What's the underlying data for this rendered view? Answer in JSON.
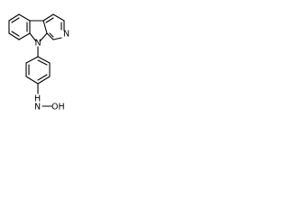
{
  "molecule": {
    "atom_labels": {
      "pyridine_n": "N",
      "indole_n": "N",
      "amine_n": "N",
      "amine_h": "H",
      "hydroxyl_o": "OH"
    }
  },
  "colors": {
    "bond": "#000000",
    "text": "#000000",
    "background": "#ffffff"
  }
}
